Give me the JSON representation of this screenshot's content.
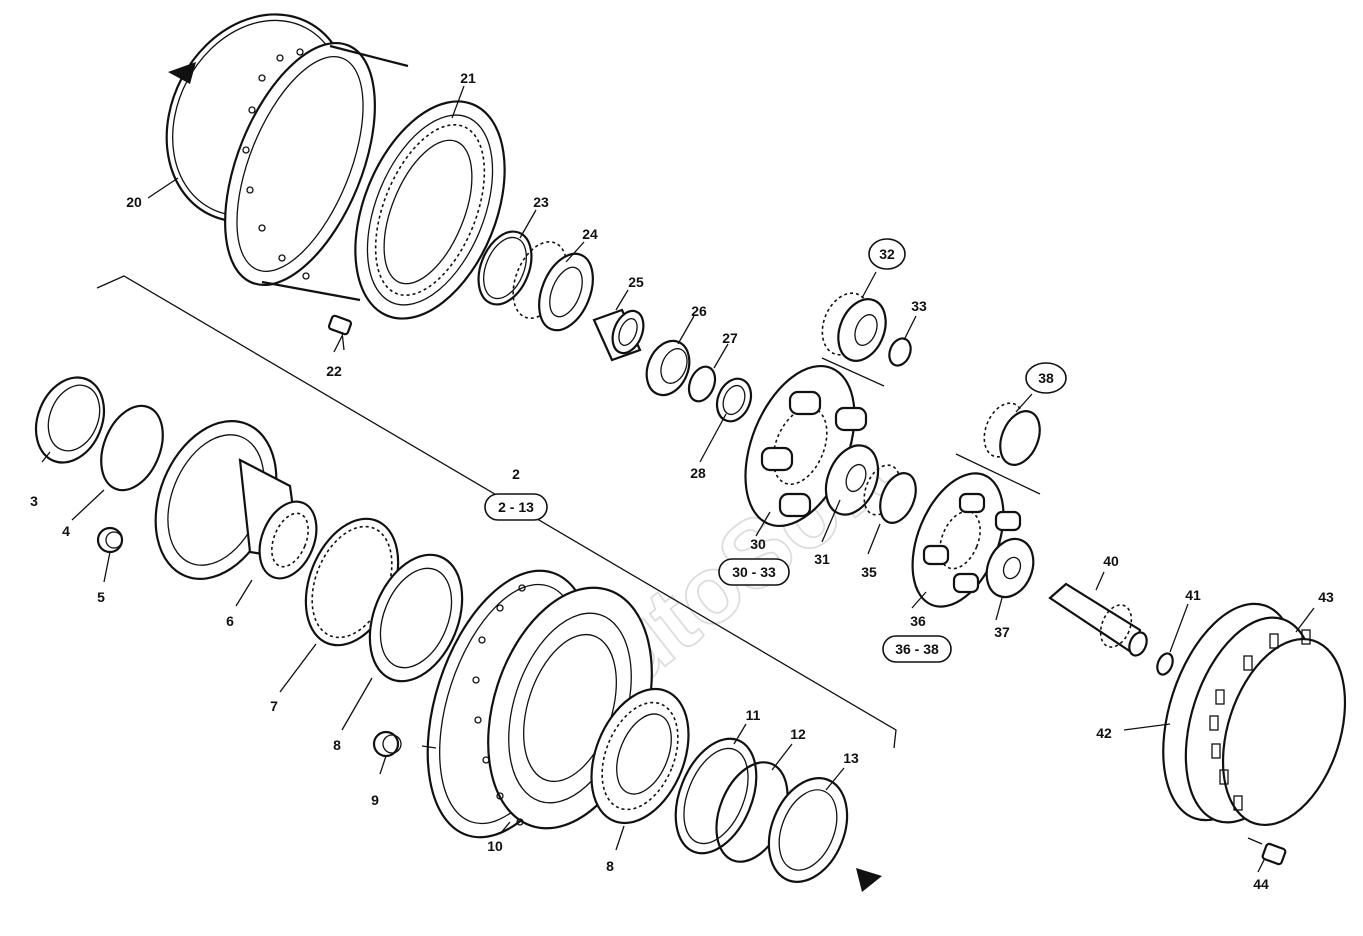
{
  "watermark": "AutoSoft",
  "callouts": {
    "c2": "2",
    "c3": "3",
    "c4": "4",
    "c5": "5",
    "c6": "6",
    "c7": "7",
    "c8a": "8",
    "c8b": "8",
    "c9": "9",
    "c10": "10",
    "c11": "11",
    "c12": "12",
    "c13": "13",
    "c20": "20",
    "c21": "21",
    "c22": "22",
    "c23": "23",
    "c24": "24",
    "c25": "25",
    "c26": "26",
    "c27": "27",
    "c28": "28",
    "c30": "30",
    "c31": "31",
    "c32": "32",
    "c33": "33",
    "c35": "35",
    "c36": "36",
    "c37": "37",
    "c38": "38",
    "c40": "40",
    "c41": "41",
    "c42": "42",
    "c43": "43",
    "c44": "44"
  },
  "groups": {
    "g2_13": "2 - 13",
    "g30_33": "30 - 33",
    "g36_38": "36 - 38"
  }
}
